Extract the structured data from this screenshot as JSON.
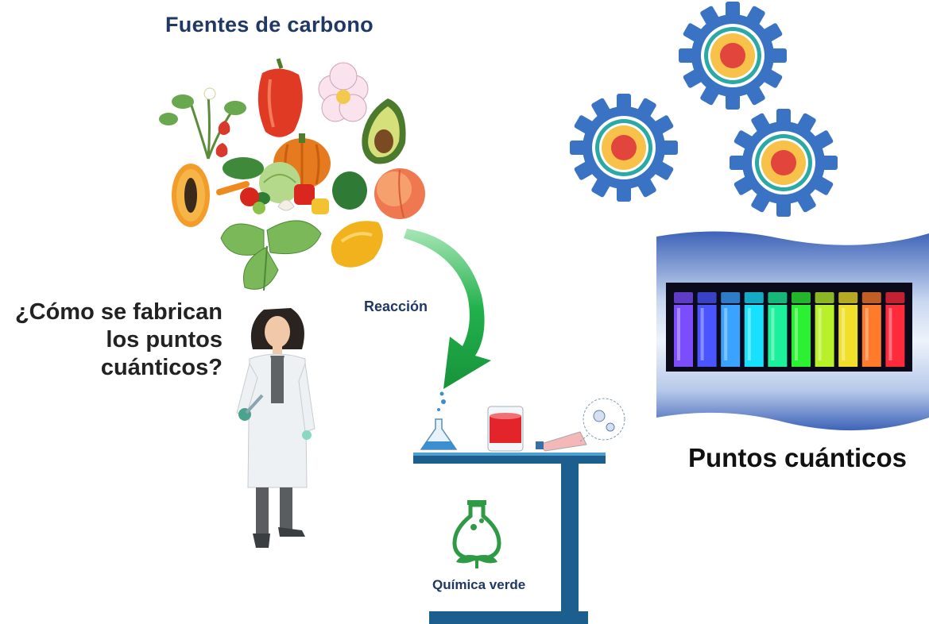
{
  "title_sources": "Fuentes de carbono",
  "question_lines": [
    "¿Cómo se fabrican",
    "los puntos",
    "cuánticos?"
  ],
  "reaction_label": "Reacción",
  "quantum_dots_label": "Puntos cuánticos",
  "green_chemistry_label": "Química verde",
  "colors": {
    "title_navy": "#1f3864",
    "arrow_green": "#22b14c",
    "table_blue": "#1c5f8f",
    "gear_blue": "#3b73c4",
    "vial_colors": [
      "#7b4dff",
      "#4a54ff",
      "#3aa3ff",
      "#18e0ff",
      "#1cf09a",
      "#2cf032",
      "#b8f02a",
      "#f0e02a",
      "#ff7a2a",
      "#ff2a3a"
    ]
  },
  "icons": [
    "vegetables-illustration",
    "scientist-illustration",
    "quantum-dot-icon",
    "flask-icon",
    "beaker-icon",
    "culture-flask-icon",
    "virus-icon",
    "green-chemistry-leaf-flask-icon"
  ]
}
